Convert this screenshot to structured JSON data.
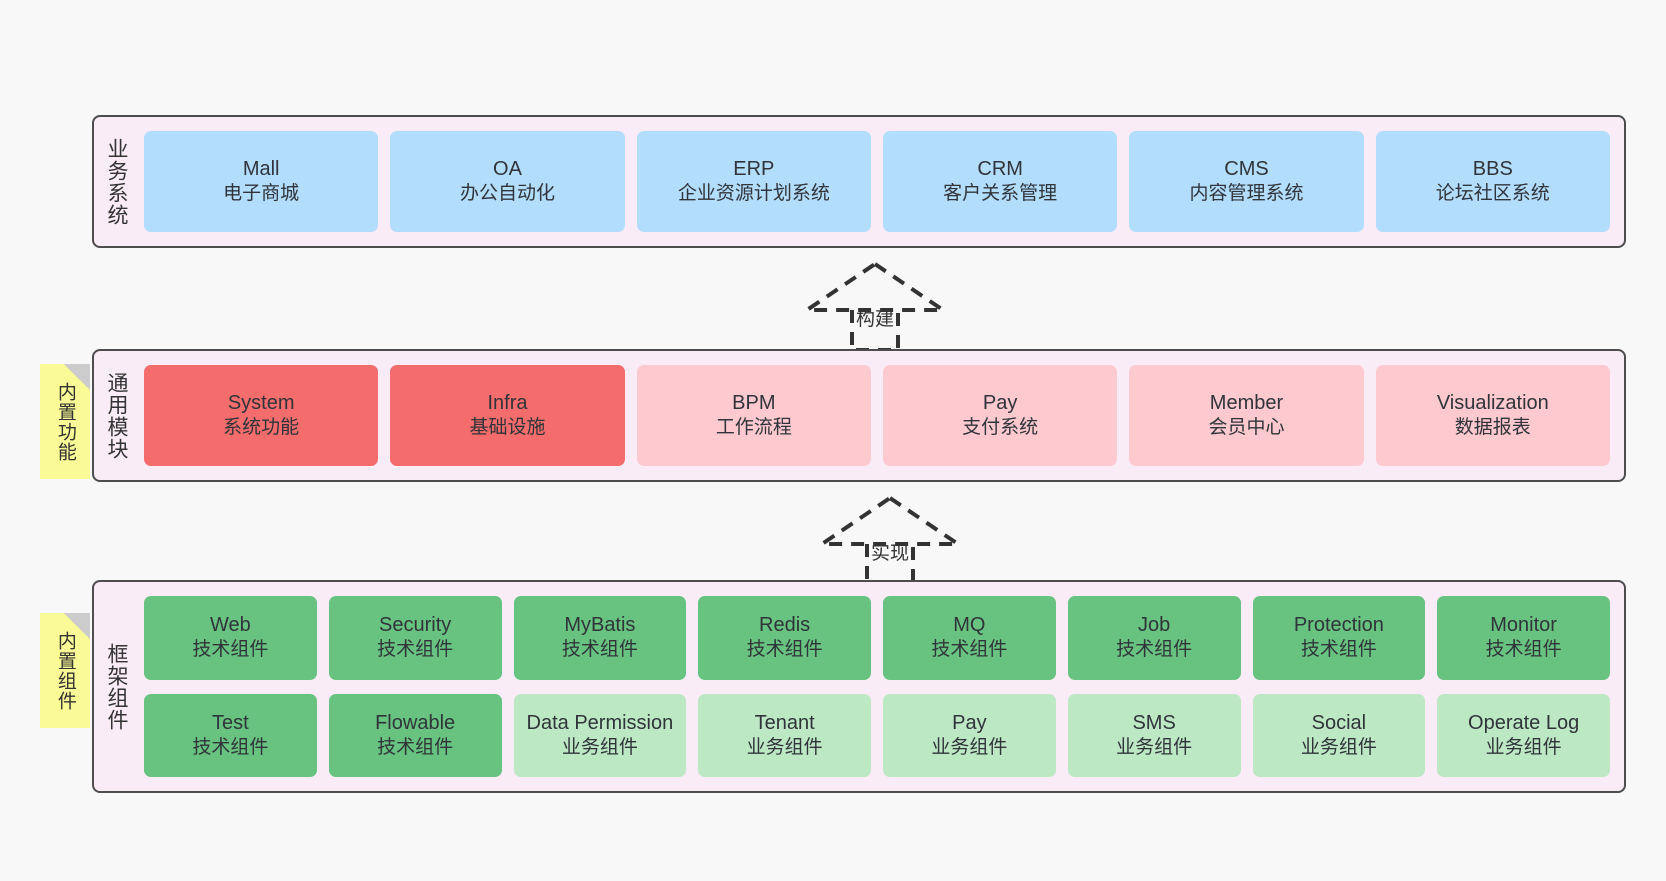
{
  "diagram": {
    "title": "ruoyi-vue-pro architecture layers",
    "colors": {
      "canvas": "#f8f8f8",
      "layer_bg": "#f9ecf6",
      "layer_border": "#4d4d4d",
      "blue": "#b3ddfd",
      "red": "#f56c6c",
      "pink": "#ffc9d0",
      "green": "#67c37f",
      "light_green": "#bde8c4",
      "note_yellow": "#fafa96",
      "note_fold": "#cccccc"
    }
  },
  "layers": [
    {
      "id": "business-system",
      "title": "业务系统",
      "rows": [
        [
          {
            "en": "Mall",
            "cn": "电子商城",
            "color": "c-blue"
          },
          {
            "en": "OA",
            "cn": "办公自动化",
            "color": "c-blue"
          },
          {
            "en": "ERP",
            "cn": "企业资源计划系统",
            "color": "c-blue"
          },
          {
            "en": "CRM",
            "cn": "客户关系管理",
            "color": "c-blue"
          },
          {
            "en": "CMS",
            "cn": "内容管理系统",
            "color": "c-blue"
          },
          {
            "en": "BBS",
            "cn": "论坛社区系统",
            "color": "c-blue"
          }
        ]
      ]
    },
    {
      "id": "common-module",
      "title": "通用模块",
      "note": "内置功能",
      "rows": [
        [
          {
            "en": "System",
            "cn": "系统功能",
            "color": "c-red"
          },
          {
            "en": "Infra",
            "cn": "基础设施",
            "color": "c-red"
          },
          {
            "en": "BPM",
            "cn": "工作流程",
            "color": "c-pink"
          },
          {
            "en": "Pay",
            "cn": "支付系统",
            "color": "c-pink"
          },
          {
            "en": "Member",
            "cn": "会员中心",
            "color": "c-pink"
          },
          {
            "en": "Visualization",
            "cn": "数据报表",
            "color": "c-pink"
          }
        ]
      ]
    },
    {
      "id": "framework-component",
      "title": "框架组件",
      "note": "内置组件",
      "rows": [
        [
          {
            "en": "Web",
            "cn": "技术组件",
            "color": "c-green"
          },
          {
            "en": "Security",
            "cn": "技术组件",
            "color": "c-green"
          },
          {
            "en": "MyBatis",
            "cn": "技术组件",
            "color": "c-green"
          },
          {
            "en": "Redis",
            "cn": "技术组件",
            "color": "c-green"
          },
          {
            "en": "MQ",
            "cn": "技术组件",
            "color": "c-green"
          },
          {
            "en": "Job",
            "cn": "技术组件",
            "color": "c-green"
          },
          {
            "en": "Protection",
            "cn": "技术组件",
            "color": "c-green"
          },
          {
            "en": "Monitor",
            "cn": "技术组件",
            "color": "c-green"
          }
        ],
        [
          {
            "en": "Test",
            "cn": "技术组件",
            "color": "c-green"
          },
          {
            "en": "Flowable",
            "cn": "技术组件",
            "color": "c-green"
          },
          {
            "en": "Data Permission",
            "cn": "业务组件",
            "color": "c-lightgreen"
          },
          {
            "en": "Tenant",
            "cn": "业务组件",
            "color": "c-lightgreen"
          },
          {
            "en": "Pay",
            "cn": "业务组件",
            "color": "c-lightgreen"
          },
          {
            "en": "SMS",
            "cn": "业务组件",
            "color": "c-lightgreen"
          },
          {
            "en": "Social",
            "cn": "业务组件",
            "color": "c-lightgreen"
          },
          {
            "en": "Operate Log",
            "cn": "业务组件",
            "color": "c-lightgreen"
          }
        ]
      ]
    }
  ],
  "connectors": [
    {
      "id": "build",
      "label": "构建"
    },
    {
      "id": "implement",
      "label": "实现"
    }
  ]
}
